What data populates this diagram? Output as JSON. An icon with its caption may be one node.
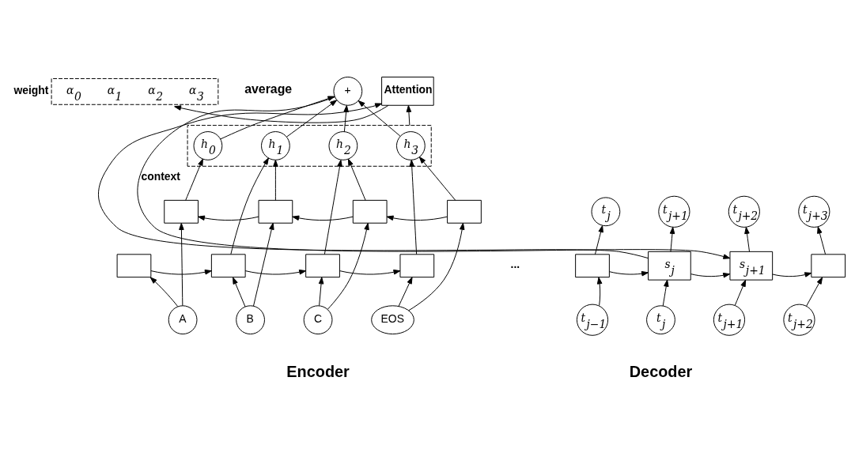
{
  "diagram": {
    "nodes": [
      {
        "text": [
          "+"
        ],
        "beside": [
          "average"
        ]
      },
      {
        "text": [
          "weight",
          "α$_{0}$",
          "α$_{1}$",
          "α$_{2}$",
          "α$_{3}$"
        ]
      },
      {
        "text": [
          "Attention"
        ]
      },
      {
        "text": [],
        "shape": "box"
      },
      {
        "text": [
          "h$_{0}$"
        ],
        "in": 3
      },
      {
        "text": [
          "h$_{1}$"
        ],
        "in": 3
      },
      {
        "text": [
          "h$_{2}$"
        ],
        "in": 3
      },
      {
        "text": [
          "h$_{3}$"
        ],
        "in": 3
      },
      {
        "text": [],
        "shape": "box"
      },
      {
        "text": [],
        "shape": "box"
      },
      {
        "text": [],
        "shape": "box"
      },
      {
        "text": [],
        "shape": "box"
      },
      {
        "text": [],
        "shape": "box"
      },
      {
        "text": [],
        "shape": "box"
      },
      {
        "text": [],
        "shape": "box"
      },
      {
        "text": [],
        "shape": "box"
      },
      {
        "text": [
          "A"
        ]
      },
      {
        "text": [
          "B"
        ]
      },
      {
        "text": [
          "C"
        ]
      },
      {
        "text": [
          "EOS"
        ]
      },
      {
        "text": [],
        "shape": "box"
      },
      {
        "text": [
          "s$_{j}$"
        ]
      },
      {
        "text": [
          "s$_{j+1}$"
        ]
      },
      {
        "text": [],
        "shape": "box"
      },
      {
        "text": [
          "t$_{j}$"
        ]
      },
      {
        "text": [
          "t$_{j+1}$"
        ]
      },
      {
        "text": [
          "t$_{j+2}$"
        ]
      },
      {
        "text": [
          "t$_{j+3}$"
        ]
      },
      {
        "text": [
          "t$_{j−1}$"
        ]
      },
      {
        "text": [
          "t$_{j}$"
        ]
      },
      {
        "text": [
          "t$_{j+1}$"
        ]
      },
      {
        "text": [
          "t$_{j+2}$"
        ]
      }
    ],
    "edges": [
      {
        "from": 4,
        "to": 0,
        "arrow": "to"
      },
      {
        "from": 5,
        "to": 0,
        "arrow": "to"
      },
      {
        "from": 6,
        "to": 0,
        "arrow": "to"
      },
      {
        "from": 7,
        "to": 0,
        "arrow": "to"
      },
      {
        "from": 2,
        "to": 1,
        "arrow": "to"
      },
      {
        "from": 3,
        "to": 2,
        "arrow": "to"
      },
      {
        "from": 8,
        "to": 4,
        "arrow": "to"
      },
      {
        "from": 9,
        "to": 5,
        "arrow": "to"
      },
      {
        "from": 10,
        "to": 6,
        "arrow": "to"
      },
      {
        "from": 11,
        "to": 7,
        "arrow": "to"
      },
      {
        "from": 11,
        "to": 10,
        "arrow": "to"
      },
      {
        "from": 10,
        "to": 9,
        "arrow": "to"
      },
      {
        "from": 9,
        "to": 8,
        "arrow": "to"
      },
      {
        "from": 12,
        "to": 13,
        "arrow": "to"
      },
      {
        "from": 13,
        "to": 14,
        "arrow": "to"
      },
      {
        "from": 14,
        "to": 15,
        "arrow": "to"
      },
      {
        "from": 13,
        "to": 5,
        "arrow": "to"
      },
      {
        "from": 14,
        "to": 6,
        "arrow": "to"
      },
      {
        "from": 15,
        "to": 7,
        "arrow": "to"
      },
      {
        "from": 16,
        "to": 12,
        "arrow": "to"
      },
      {
        "from": 17,
        "to": 13,
        "arrow": "to"
      },
      {
        "from": 18,
        "to": 14,
        "arrow": "to"
      },
      {
        "from": 19,
        "to": 15,
        "arrow": "to"
      },
      {
        "from": 16,
        "to": 8,
        "arrow": "to"
      },
      {
        "from": 17,
        "to": 9,
        "arrow": "to"
      },
      {
        "from": 18,
        "to": 10,
        "arrow": "to"
      },
      {
        "from": 19,
        "to": 11,
        "arrow": "to"
      },
      {
        "from": 20,
        "to": 21,
        "arrow": "to"
      },
      {
        "from": 21,
        "to": 22,
        "arrow": "to"
      },
      {
        "from": 22,
        "to": 23,
        "arrow": "to"
      },
      {
        "from": 20,
        "to": 24,
        "arrow": "to"
      },
      {
        "from": 21,
        "to": 25,
        "arrow": "to"
      },
      {
        "from": 22,
        "to": 26,
        "arrow": "to"
      },
      {
        "from": 23,
        "to": 27,
        "arrow": "to"
      },
      {
        "from": 28,
        "to": 20,
        "arrow": "to"
      },
      {
        "from": 29,
        "to": 21,
        "arrow": "to"
      },
      {
        "from": 30,
        "to": 22,
        "arrow": "to"
      },
      {
        "from": 31,
        "to": 23,
        "arrow": "to"
      },
      {
        "from": 21,
        "to": 2,
        "arrow": "to"
      },
      {
        "from": 0,
        "to": 22,
        "arrow": "to",
        "label": "context"
      }
    ],
    "labels": [
      "...",
      "Encoder",
      "Decoder"
    ]
  }
}
